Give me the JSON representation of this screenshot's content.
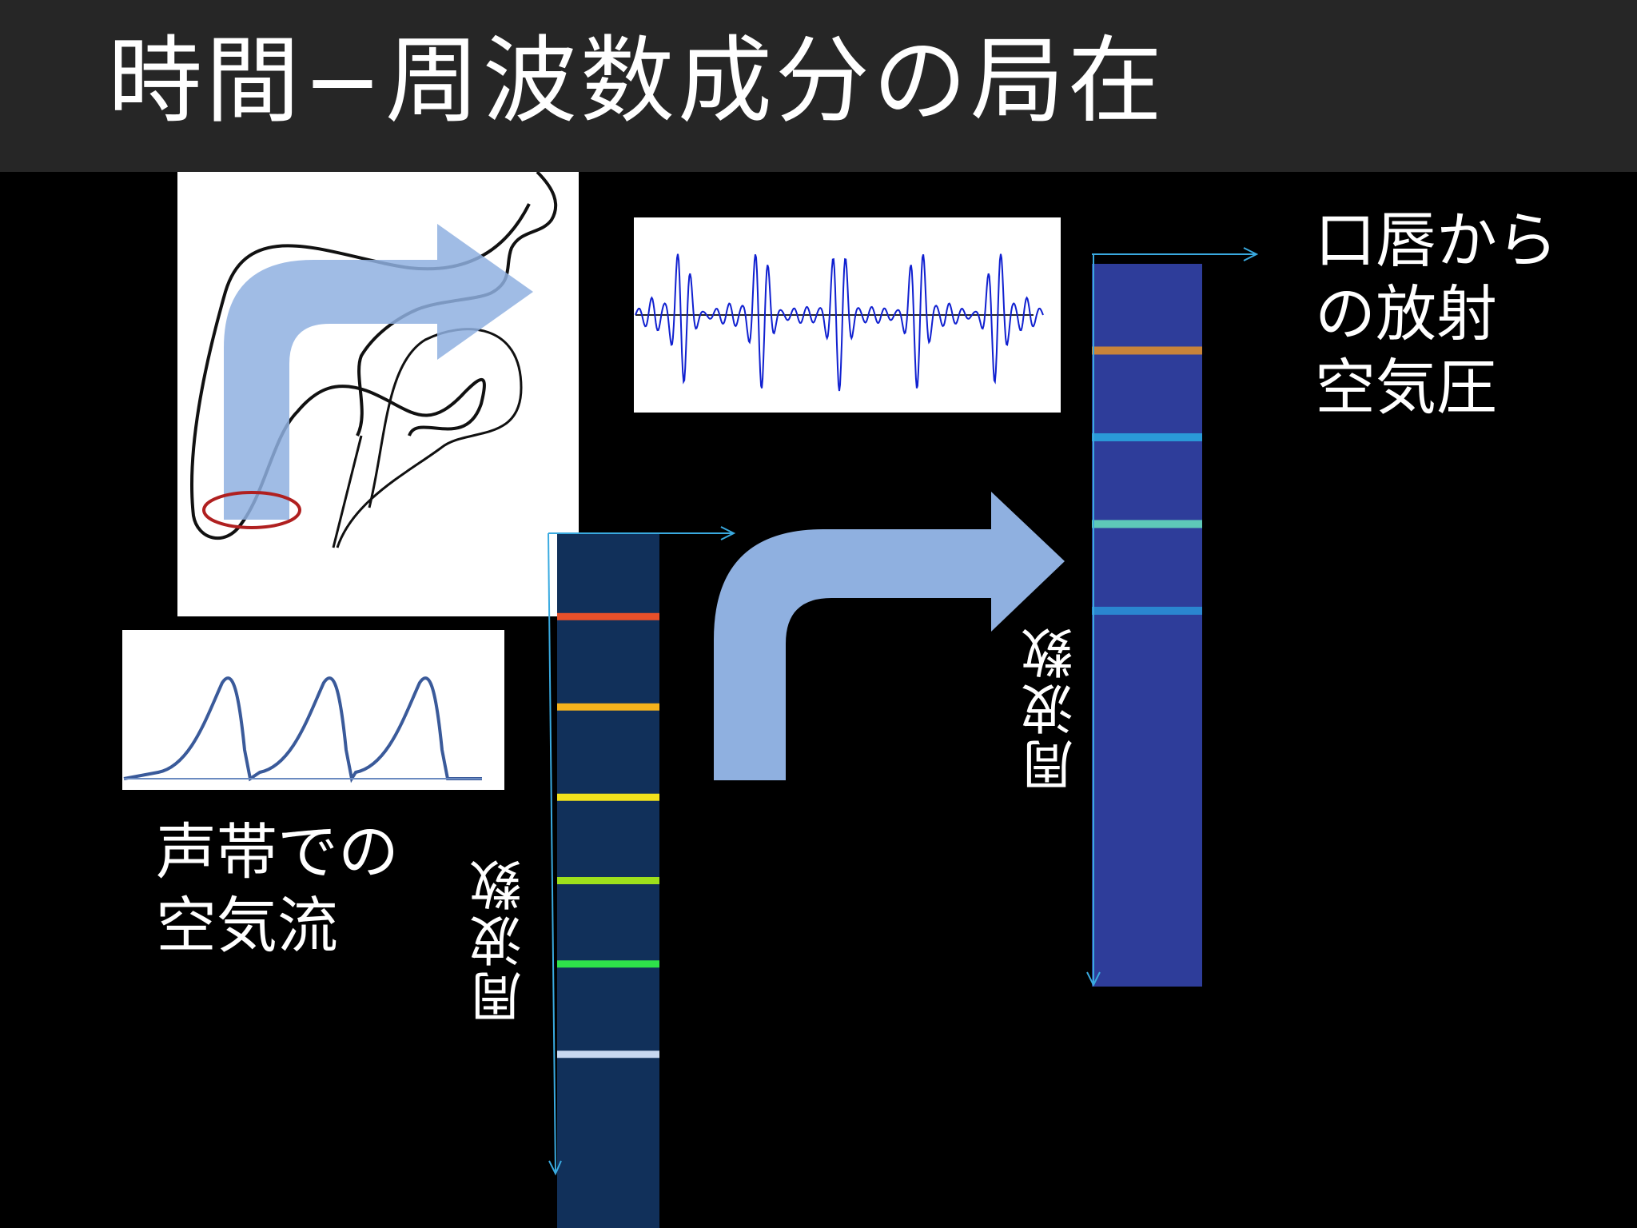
{
  "title": "時間−周波数成分の局在",
  "labels": {
    "glottal_flow": [
      "声帯での",
      "空気流"
    ],
    "lip_radiation": [
      "口唇から",
      "の放射",
      "空気圧"
    ],
    "frequency_axis_source": "周波数",
    "frequency_axis_output": "周波数"
  },
  "source_spectrum": {
    "bands": [
      {
        "level": 0.12,
        "color": "#e8502a"
      },
      {
        "level": 0.25,
        "color": "#f5b21c"
      },
      {
        "level": 0.38,
        "color": "#f2e21c"
      },
      {
        "level": 0.5,
        "color": "#9ee01c"
      },
      {
        "level": 0.62,
        "color": "#2ee24a"
      },
      {
        "level": 0.75,
        "color": "#c8d8f0"
      }
    ],
    "background": "#11305a"
  },
  "output_spectrum": {
    "bands": [
      {
        "level": 0.12,
        "color": "#c8843a"
      },
      {
        "level": 0.24,
        "color": "#2a9ad8"
      },
      {
        "level": 0.36,
        "color": "#5ec8b8"
      },
      {
        "level": 0.48,
        "color": "#2a86d0"
      }
    ],
    "background": "#2e3d9a"
  },
  "colors": {
    "arrow_fill": "#8fb0e0",
    "axis_line": "#3aaae0",
    "waveform": "#1020d0",
    "glottal_wave": "#3a5a9a",
    "highlight_ellipse": "#b02020"
  }
}
